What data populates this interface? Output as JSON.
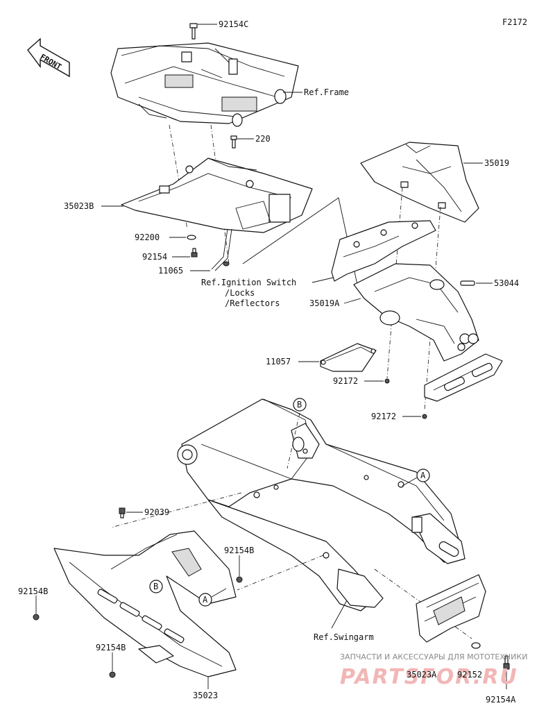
{
  "figure_code": "F2172",
  "front_label": "FRONT",
  "callouts": {
    "b_top": "B",
    "a_swingarm": "A",
    "a_guard": "A",
    "b_guard": "B"
  },
  "labels": {
    "p92154C": "92154C",
    "refFrame": "Ref.Frame",
    "p220": "220",
    "p35019": "35019",
    "p35023B": "35023B",
    "p92200": "92200",
    "p92154": "92154",
    "p11065": "11065",
    "refIgnition": "Ref.Ignition Switch",
    "locks": "/Locks",
    "reflectors": "/Reflectors",
    "p53044": "53044",
    "p35019A": "35019A",
    "p11057": "11057",
    "p92172a": "92172",
    "p92172b": "92172",
    "p92039": "92039",
    "p92154B_a": "92154B",
    "p92154B_b": "92154B",
    "p92154B_c": "92154B",
    "refSwingarm": "Ref.Swingarm",
    "p35023": "35023",
    "p35023A": "35023A",
    "p92152": "92152",
    "p92154A": "92154A"
  },
  "watermark": {
    "line1": "ЗАПЧАСТИ И АКСЕССУАРЫ ДЛЯ МОТОТЕХНИКИ",
    "line2": "PARTSFOR.RU"
  }
}
